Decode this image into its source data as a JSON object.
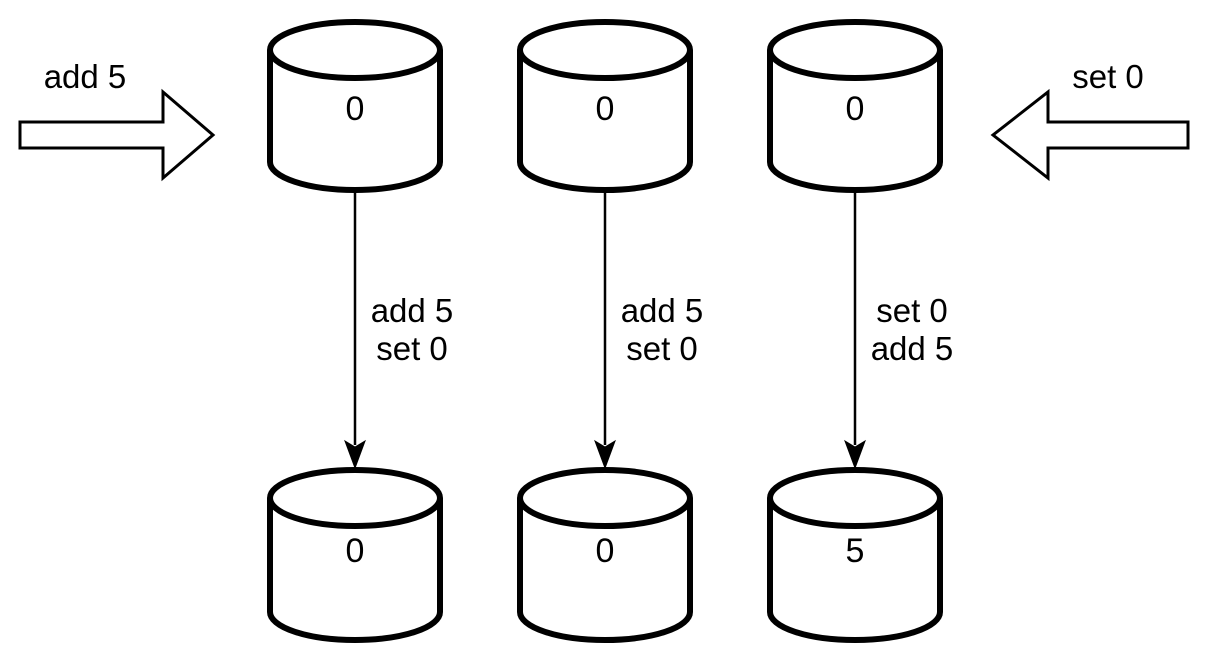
{
  "diagram": {
    "background_color": "#ffffff",
    "stroke_color": "#000000",
    "left_flow": {
      "label": "add 5",
      "arrow_icon": "block-arrow-right"
    },
    "right_flow": {
      "label": "set 0",
      "arrow_icon": "block-arrow-left"
    },
    "replicas": [
      {
        "initial_value": "0",
        "operations": [
          "add 5",
          "set 0"
        ],
        "final_value": "0"
      },
      {
        "initial_value": "0",
        "operations": [
          "add 5",
          "set 0"
        ],
        "final_value": "0"
      },
      {
        "initial_value": "0",
        "operations": [
          "set 0",
          "add 5"
        ],
        "final_value": "5"
      }
    ]
  }
}
